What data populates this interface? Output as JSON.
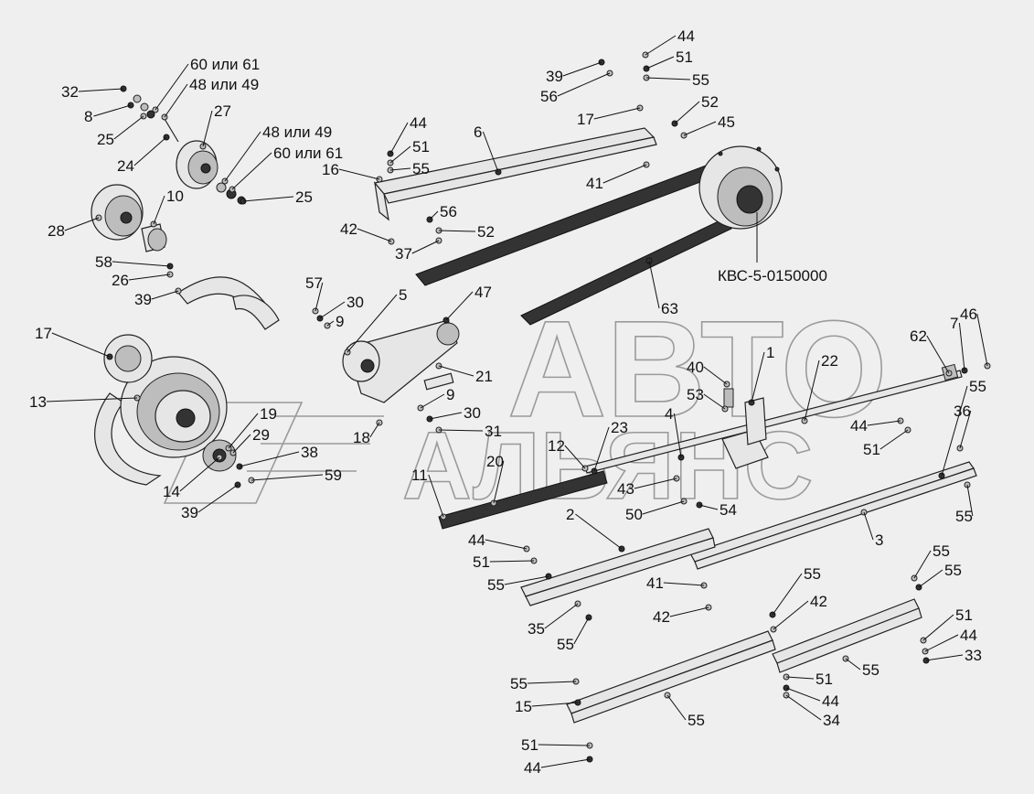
{
  "drawing_code": "КВС-5-0150000",
  "watermark": {
    "line1": "АВТО",
    "line2": "АЛЬЯНС"
  },
  "callouts": [
    "32",
    "60 или 61",
    "48 или 49",
    "8",
    "25",
    "27",
    "24",
    "48 или 49",
    "60 или 61",
    "25",
    "10",
    "28",
    "58",
    "26",
    "39",
    "17",
    "13",
    "14",
    "39",
    "19",
    "29",
    "38",
    "59",
    "57",
    "30",
    "9",
    "5",
    "47",
    "21",
    "9",
    "30",
    "31",
    "18",
    "44",
    "51",
    "55",
    "6",
    "16",
    "42",
    "56",
    "52",
    "37",
    "39",
    "56",
    "44",
    "51",
    "55",
    "17",
    "52",
    "45",
    "41",
    "63",
    "40",
    "53",
    "1",
    "22",
    "62",
    "7",
    "46",
    "12",
    "23",
    "20",
    "11",
    "4",
    "43",
    "50",
    "54",
    "44",
    "51",
    "55",
    "36",
    "3",
    "2",
    "44",
    "51",
    "55",
    "55",
    "35",
    "55",
    "41",
    "42",
    "55",
    "42",
    "55",
    "55",
    "51",
    "44",
    "33",
    "55",
    "51",
    "44",
    "34",
    "55",
    "15",
    "55",
    "51",
    "44"
  ]
}
